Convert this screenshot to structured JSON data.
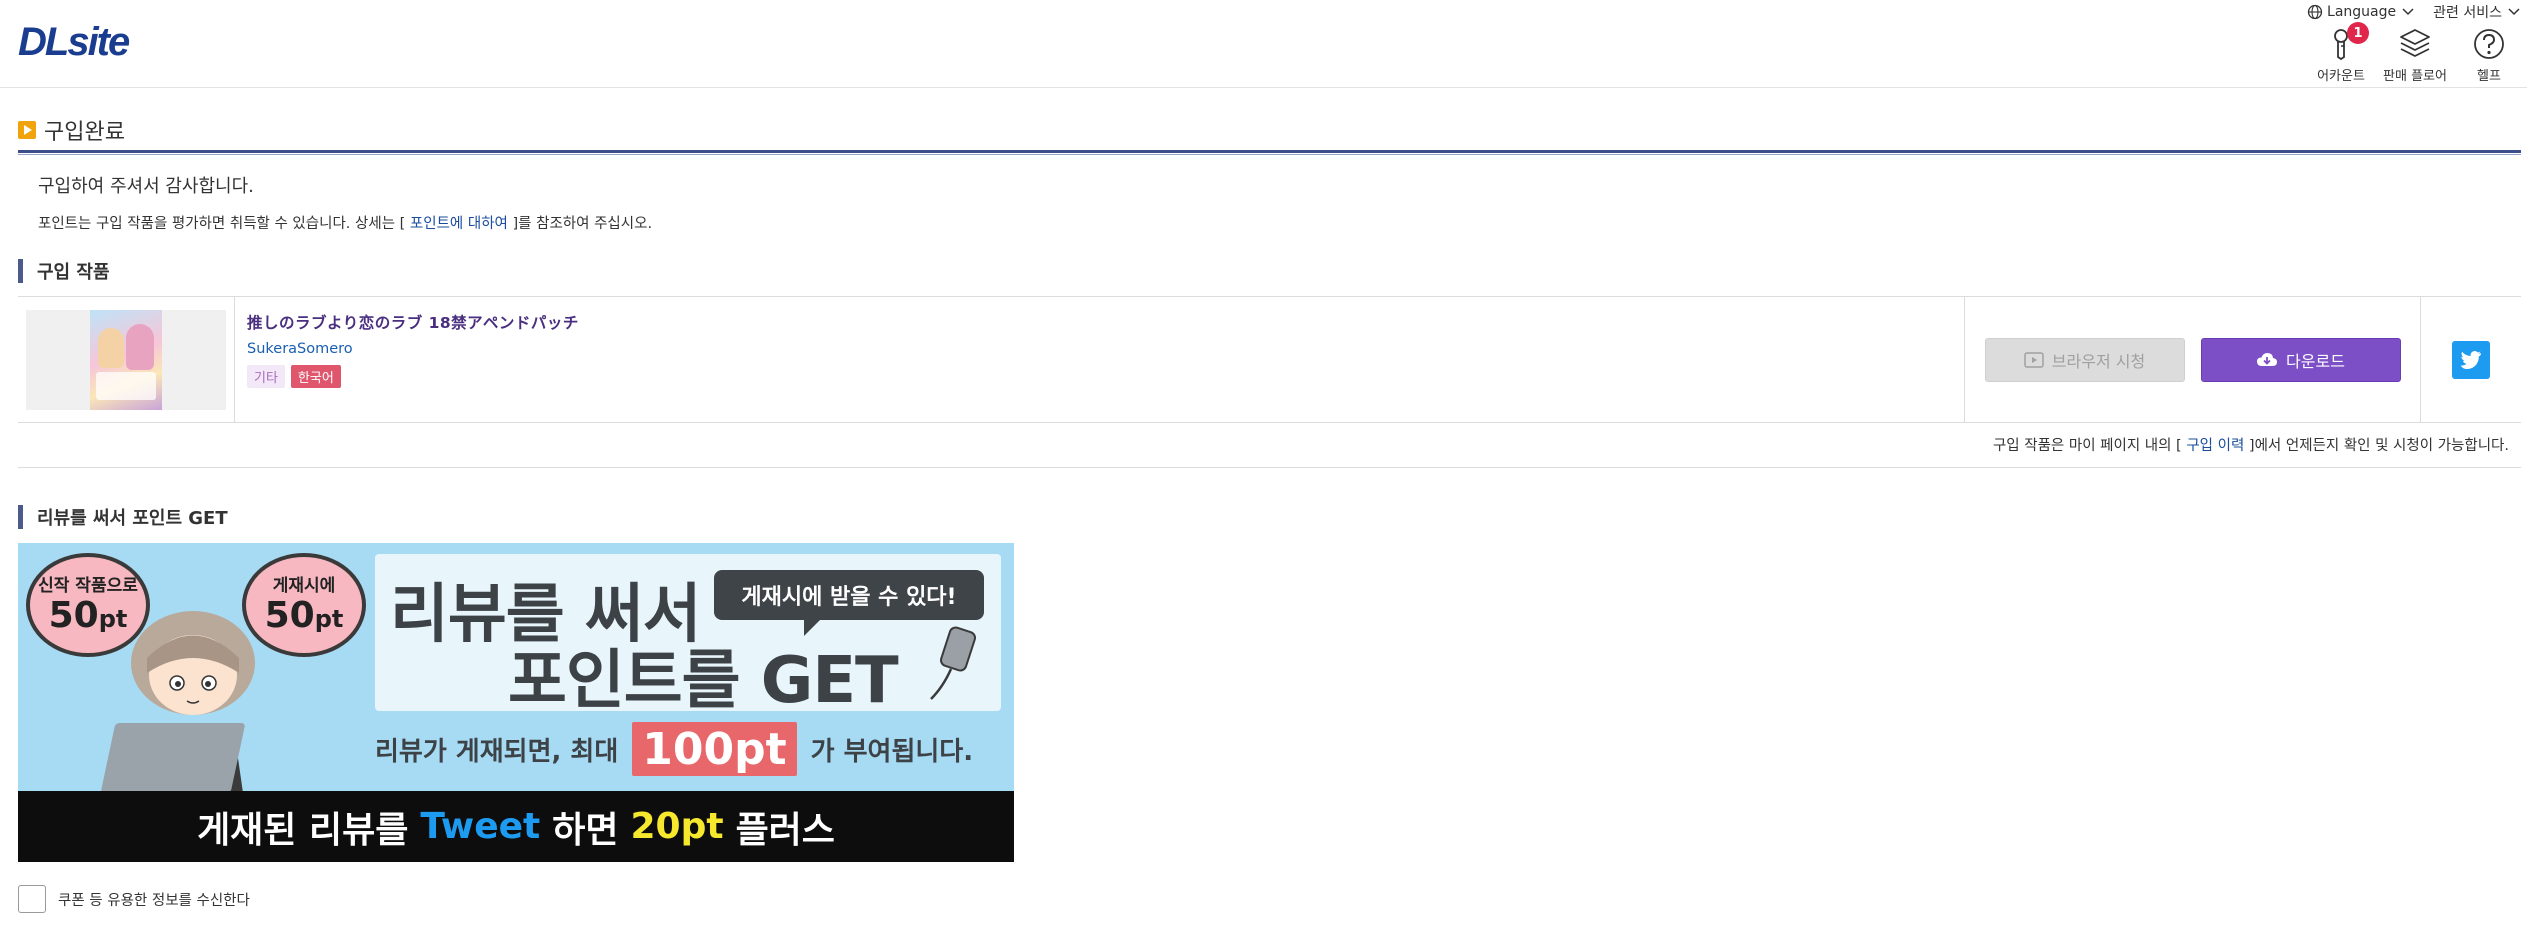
{
  "header": {
    "logo": "DLsite",
    "language_label": "Language",
    "related_services_label": "관련 서비스",
    "nav": [
      {
        "label": "어카운트",
        "badge": "1"
      },
      {
        "label": "판매 플로어"
      },
      {
        "label": "헬프"
      }
    ]
  },
  "main": {
    "page_title": "구입완료",
    "thanks": "구입하여 주셔서 감사합니다.",
    "points_note_before": "포인트는 구입 작품을 평가하면 취득할 수 있습니다. 상세는 [ ",
    "points_note_link": "포인트에 대하여",
    "points_note_after": " ]를 참조하여 주십시오.",
    "purchased_section": "구입 작품",
    "work": {
      "title": "推しのラブより恋のラブ 18禁アペンドパッチ",
      "maker": "SukeraSomero",
      "tags": [
        "기타",
        "한국어"
      ],
      "browser_button": "브라우저 시청",
      "download_button": "다운로드"
    },
    "mypage_note_before": "구입 작품은 마이 페이지 내의 [ ",
    "mypage_note_link": "구입 이력",
    "mypage_note_after": " ]에서 언제든지 확인 및 시청이 가능합니다.",
    "review_section": "리뷰를 써서 포인트 GET",
    "banner": {
      "bubble1_small": "신작 작품으로",
      "bubble1_big": "50",
      "bubble2_small": "게재시에",
      "bubble2_big": "50",
      "pt_unit": "pt",
      "speech": "게재시에 받을 수 있다!",
      "headline1": "리뷰를 써서",
      "headline2": "포인트를 GET",
      "max_before": "리뷰가 게재되면, 최대",
      "max_points": "100pt",
      "max_after": "가 부여됩니다.",
      "bottom_before": "게재된 리뷰를",
      "bottom_tweet": "Tweet",
      "bottom_mid": "하면",
      "bottom_points": "20pt",
      "bottom_after": "플러스"
    },
    "newsletter_label": "쿠폰 등 유용한 정보를 수신한다"
  },
  "colors": {
    "brand": "#1a3d8f",
    "download": "#7d4fc7",
    "twitter": "#1d9bf0",
    "badge": "#e0264a"
  }
}
